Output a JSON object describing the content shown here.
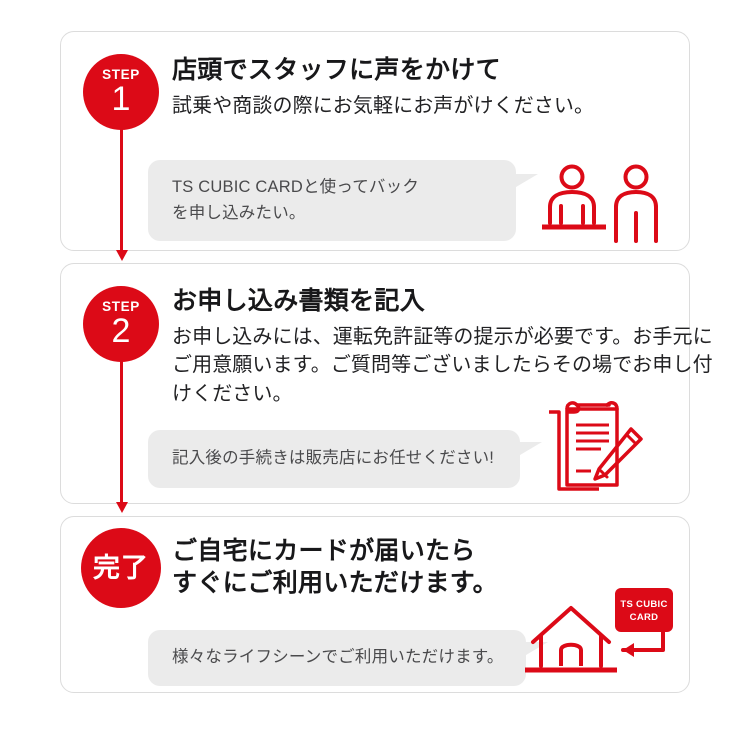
{
  "theme": {
    "brand_red": "#dc0a17",
    "bubble_bg": "#ebebeb",
    "card_border": "#dcdcdc",
    "title_color": "#18181a",
    "body_color": "#222224",
    "bubble_text_color": "#4a4a4c"
  },
  "steps": [
    {
      "badge_word": "STEP",
      "badge_number": "1",
      "title": "店頭でスタッフに声をかけて",
      "description": "試乗や商談の際にお気軽にお声がけください。",
      "bubble_text": "TS CUBIC CARDと使ってバック\nを申し込みたい。",
      "illustration": "staff-and-customer-icon"
    },
    {
      "badge_word": "STEP",
      "badge_number": "2",
      "title": "お申し込み書類を記入",
      "description": "お申し込みには、運転免許証等の提示が必要です。お手元にご用意願います。ご質問等ございましたらその場でお申し付けください。",
      "bubble_text": "記入後の手続きは販売店にお任せください!",
      "illustration": "document-and-pen-icon"
    },
    {
      "badge_done_label": "完了",
      "title": "ご自宅にカードが届いたら\nすぐにご利用いただけます。",
      "bubble_text": "様々なライフシーンでご利用いただけます。",
      "illustration": "card-delivered-to-home-icon",
      "card_label_line1": "TS CUBIC",
      "card_label_line2": "CARD"
    }
  ]
}
